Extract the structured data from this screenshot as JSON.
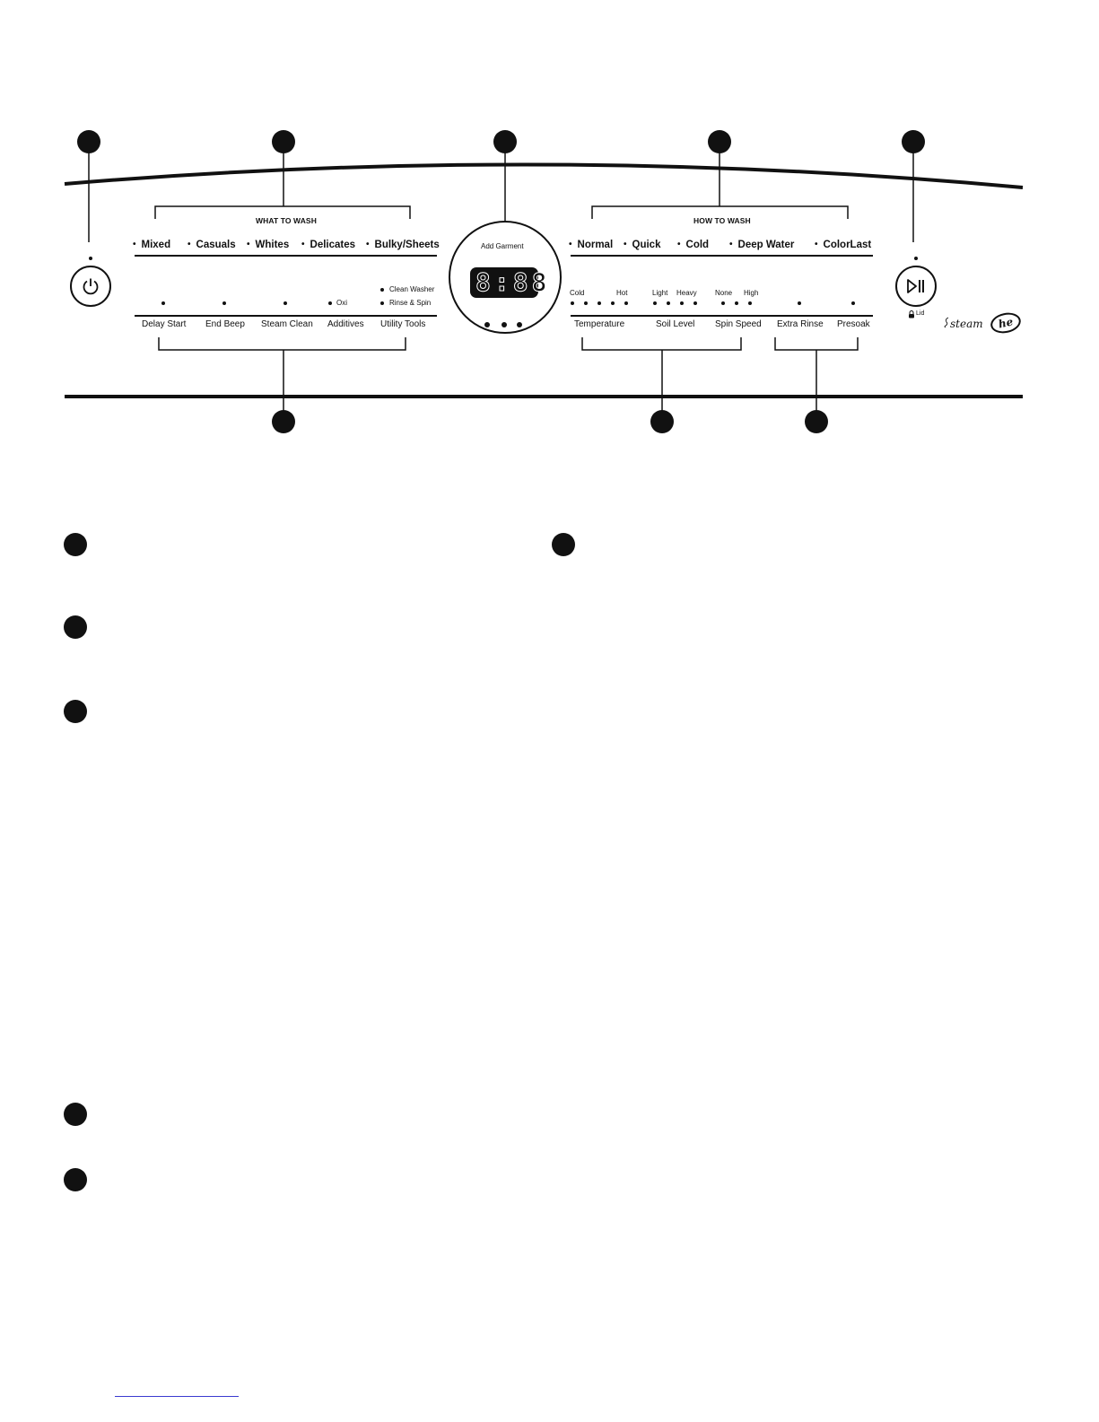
{
  "what_to_wash": {
    "header": "WHAT TO WASH",
    "cycles": [
      "Mixed",
      "Casuals",
      "Whites",
      "Delicates",
      "Bulky/Sheets"
    ]
  },
  "how_to_wash": {
    "header": "HOW TO WASH",
    "cycles": [
      "Normal",
      "Quick",
      "Cold",
      "Deep Water",
      "ColorLast"
    ]
  },
  "display": {
    "label": "Add Garment",
    "readout": "8:88"
  },
  "options_left": {
    "labels": [
      "Delay Start",
      "End Beep",
      "Steam Clean",
      "Additives",
      "Utility Tools"
    ],
    "additives_indicator": "Oxi",
    "utility_indicators": [
      "Clean Washer",
      "Rinse & Spin"
    ]
  },
  "modifiers": {
    "labels": [
      "Temperature",
      "Soil Level",
      "Spin Speed",
      "Extra Rinse",
      "Presoak"
    ],
    "temperature_ends": [
      "Cold",
      "Hot"
    ],
    "soil_ends": [
      "Light",
      "Heavy"
    ],
    "spin_ends": [
      "None",
      "High"
    ]
  },
  "start_pause": {
    "lid_label": "Lid"
  },
  "logos": {
    "steam": "steam",
    "he": "he"
  },
  "icons": {
    "power": "power-icon",
    "start_pause": "play-pause-icon",
    "lid_lock": "lock-icon"
  },
  "colors": {
    "ink": "#111111",
    "background": "#ffffff",
    "link_underline": "#3a3ad0"
  }
}
